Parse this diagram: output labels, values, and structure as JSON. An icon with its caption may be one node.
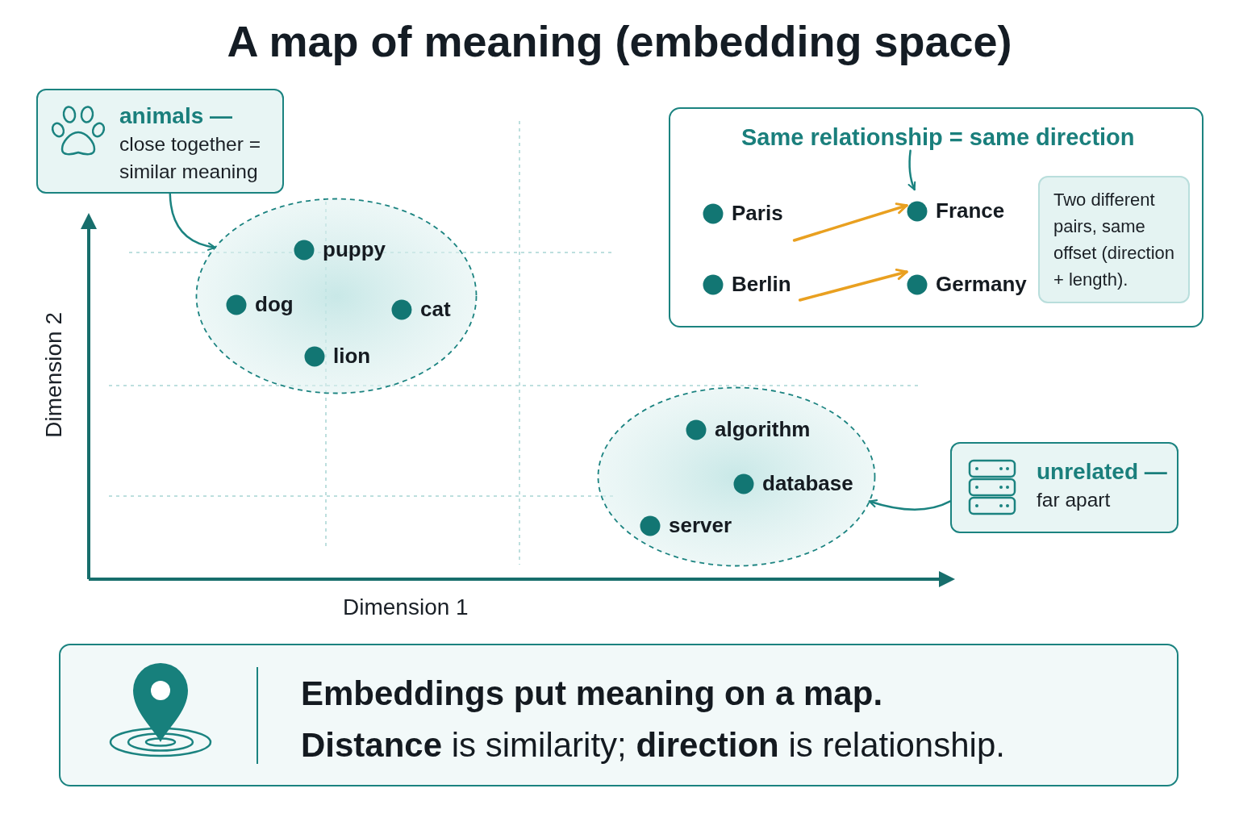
{
  "diagram": {
    "title": "A map of meaning (embedding space)",
    "nodes": [
      {
        "text": [
          "animals —",
          "close together = similar meaning"
        ]
      },
      {
        "text": [],
        "shape": "box"
      },
      {
        "text": [
          "Same relationship = same direction"
        ],
        "in": 1
      },
      {
        "text": [
          "Paris"
        ],
        "in": 1
      },
      {
        "text": [
          "France"
        ],
        "in": 1
      },
      {
        "text": [
          "Berlin"
        ],
        "in": 1
      },
      {
        "text": [
          "Germany"
        ],
        "in": 1
      },
      {
        "text": [
          "Two different pairs, same offset (direction + length)."
        ],
        "in": 1
      },
      {
        "text": [],
        "shape": "ellipse"
      },
      {
        "text": [
          "puppy"
        ],
        "in": 8
      },
      {
        "text": [
          "dog"
        ],
        "in": 8
      },
      {
        "text": [
          "cat"
        ],
        "in": 8
      },
      {
        "text": [
          "lion"
        ],
        "in": 8
      },
      {
        "text": [],
        "shape": "ellipse"
      },
      {
        "text": [
          "algorithm"
        ],
        "in": 13
      },
      {
        "text": [
          "database"
        ],
        "in": 13
      },
      {
        "text": [
          "server"
        ],
        "in": 13
      },
      {
        "text": [
          "unrelated —",
          "far apart"
        ]
      },
      {
        "text": [
          "Embeddings put meaning on a map.",
          "**Distance** is similarity; **direction** is relationship."
        ]
      }
    ],
    "edges": [
      {
        "from": 0,
        "to": 8,
        "arrow": "to"
      },
      {
        "from": 2,
        "to": 4,
        "arrow": "to"
      },
      {
        "from": 3,
        "to": 4,
        "arrow": "to",
        "color": "#e9a020"
      },
      {
        "from": 5,
        "to": 6,
        "arrow": "to",
        "color": "#e9a020"
      },
      {
        "from": 17,
        "to": 13,
        "arrow": "to"
      }
    ],
    "labels": [
      "Dimension 2",
      "Dimension 1"
    ]
  }
}
